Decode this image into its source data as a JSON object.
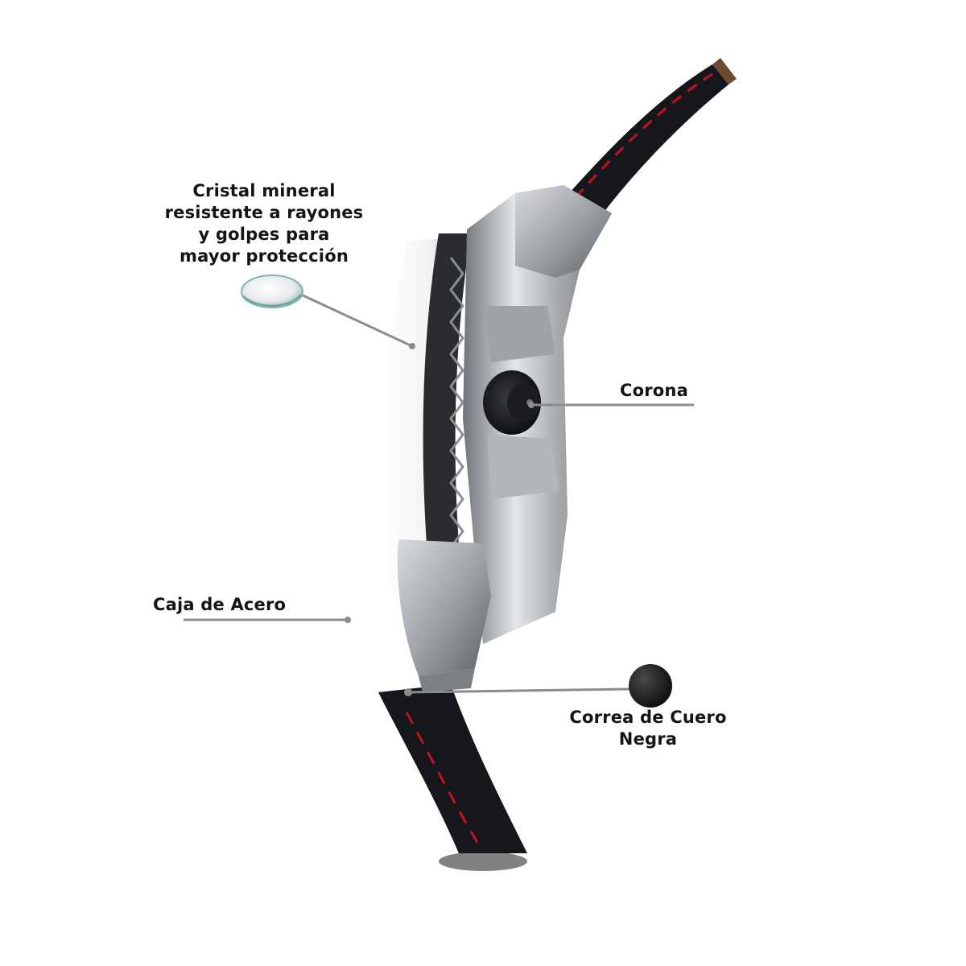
{
  "labels": {
    "crystal": {
      "lines": [
        "Cristal mineral",
        "resistente a rayones",
        "y golpes para",
        "mayor protección"
      ]
    },
    "crown": {
      "text": "Corona"
    },
    "case": {
      "text": "Caja de Acero"
    },
    "strap": {
      "lines": [
        "Correa de Cuero",
        "Negra"
      ]
    }
  },
  "colors": {
    "background": "#ffffff",
    "text": "#141414",
    "leader_line": "#8c8c8c",
    "steel": "#b8bcc0",
    "strap": "#15171c",
    "stitching": "#c0151b",
    "strap_edge": "#6b4a32"
  }
}
